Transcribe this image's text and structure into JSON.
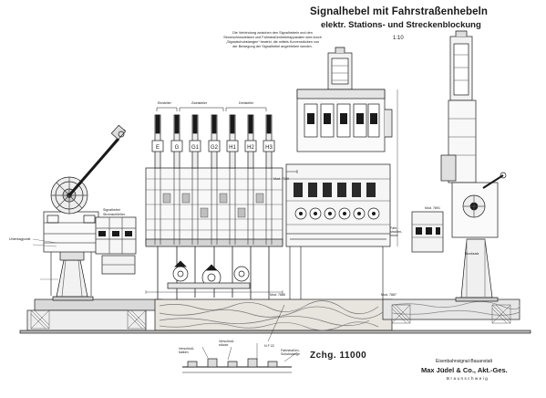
{
  "title": {
    "line1": "Signalhebel mit Fahrstraßenhebeln",
    "line2": "elektr. Stations- und Streckenblockung",
    "scale": "1:10"
  },
  "note": {
    "line1": "Die Verbindung zwischen den Signalhebeln und den",
    "line2": "Stromschlussleisten und Fahrstraßenhebelapparaten wird durch",
    "line3": "„Signalschubstangen“ bewirkt, die mittels Kurvenstücken von",
    "line4": "der Bewegung der Signalhebel angetrieben werden."
  },
  "lever_groups": {
    "left": "Einsteller",
    "mid": "Zweisteller",
    "right": "Dreisteller"
  },
  "lever_plates": [
    "E",
    "G",
    "G1",
    "G2",
    "H1",
    "H2",
    "H3"
  ],
  "labels": {
    "signalhebel": "Signalhebel",
    "stromschluss": "Stromschließer",
    "untersagung": "Untersagpunkt",
    "verschluss_balken": "Verschluß-\nbalken",
    "verschluss_stuecke": "Verschluß-\nstücke",
    "fahrstrassen_schub": "Fahrstraßen-\nSchubstange",
    "fahrstrassen_blocks": "Fahr-\nstraßen-\nblock",
    "mod_7886": "Mod. 7886",
    "mod_7887": "Mod. 7887",
    "blocksatz": "Blocksatz",
    "nf22": "N F 22",
    "block_left": "Mod. 7889",
    "block_r": "Mod. 7891"
  },
  "drawing_number": "Zchg. 11000",
  "firm": {
    "works": "Eisenbahnsignal-Bauanstalt",
    "name": "Max Jüdel & Co., Akt.-Ges.",
    "city": "Braunschweig"
  },
  "colors": {
    "ink": "#1a1a1a",
    "paper": "#ffffff",
    "wood": "#7a7a7a"
  }
}
